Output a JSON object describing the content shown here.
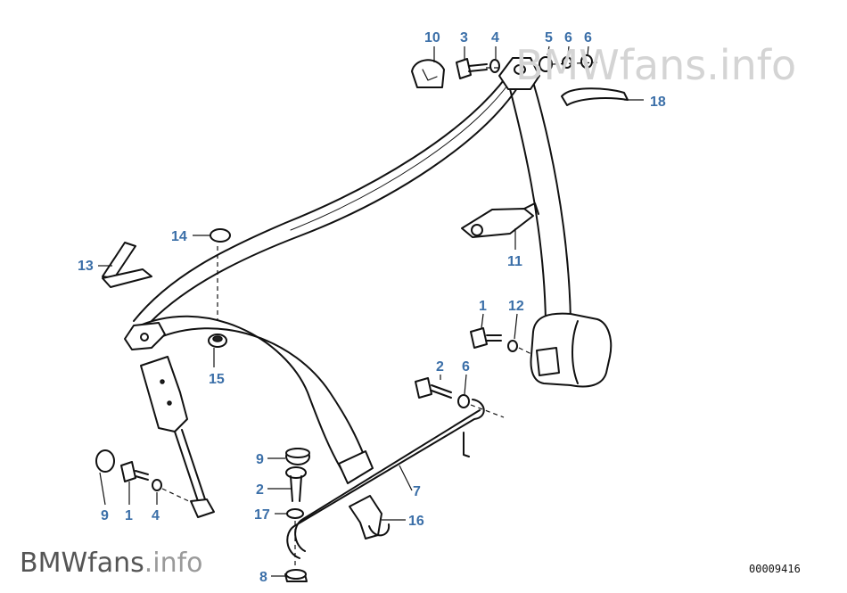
{
  "watermark": {
    "brand": "BMWfans",
    "suffix": ".info",
    "full": "BMWfans.info"
  },
  "diagram_number": "00009416",
  "callouts": [
    {
      "id": "c10a",
      "label": "10"
    },
    {
      "id": "c3a",
      "label": "3"
    },
    {
      "id": "c4a",
      "label": "4"
    },
    {
      "id": "c5a",
      "label": "5"
    },
    {
      "id": "c6a",
      "label": "6"
    },
    {
      "id": "c6b",
      "label": "6"
    },
    {
      "id": "c18",
      "label": "18"
    },
    {
      "id": "c14",
      "label": "14"
    },
    {
      "id": "c13",
      "label": "13"
    },
    {
      "id": "c11",
      "label": "11"
    },
    {
      "id": "c1a",
      "label": "1"
    },
    {
      "id": "c12",
      "label": "12"
    },
    {
      "id": "c15",
      "label": "15"
    },
    {
      "id": "c2a",
      "label": "2"
    },
    {
      "id": "c6c",
      "label": "6"
    },
    {
      "id": "c9a",
      "label": "9"
    },
    {
      "id": "c2b",
      "label": "2"
    },
    {
      "id": "c7",
      "label": "7"
    },
    {
      "id": "c17",
      "label": "17"
    },
    {
      "id": "c16",
      "label": "16"
    },
    {
      "id": "c9b",
      "label": "9"
    },
    {
      "id": "c1b",
      "label": "1"
    },
    {
      "id": "c4b",
      "label": "4"
    },
    {
      "id": "c8",
      "label": "8"
    }
  ]
}
